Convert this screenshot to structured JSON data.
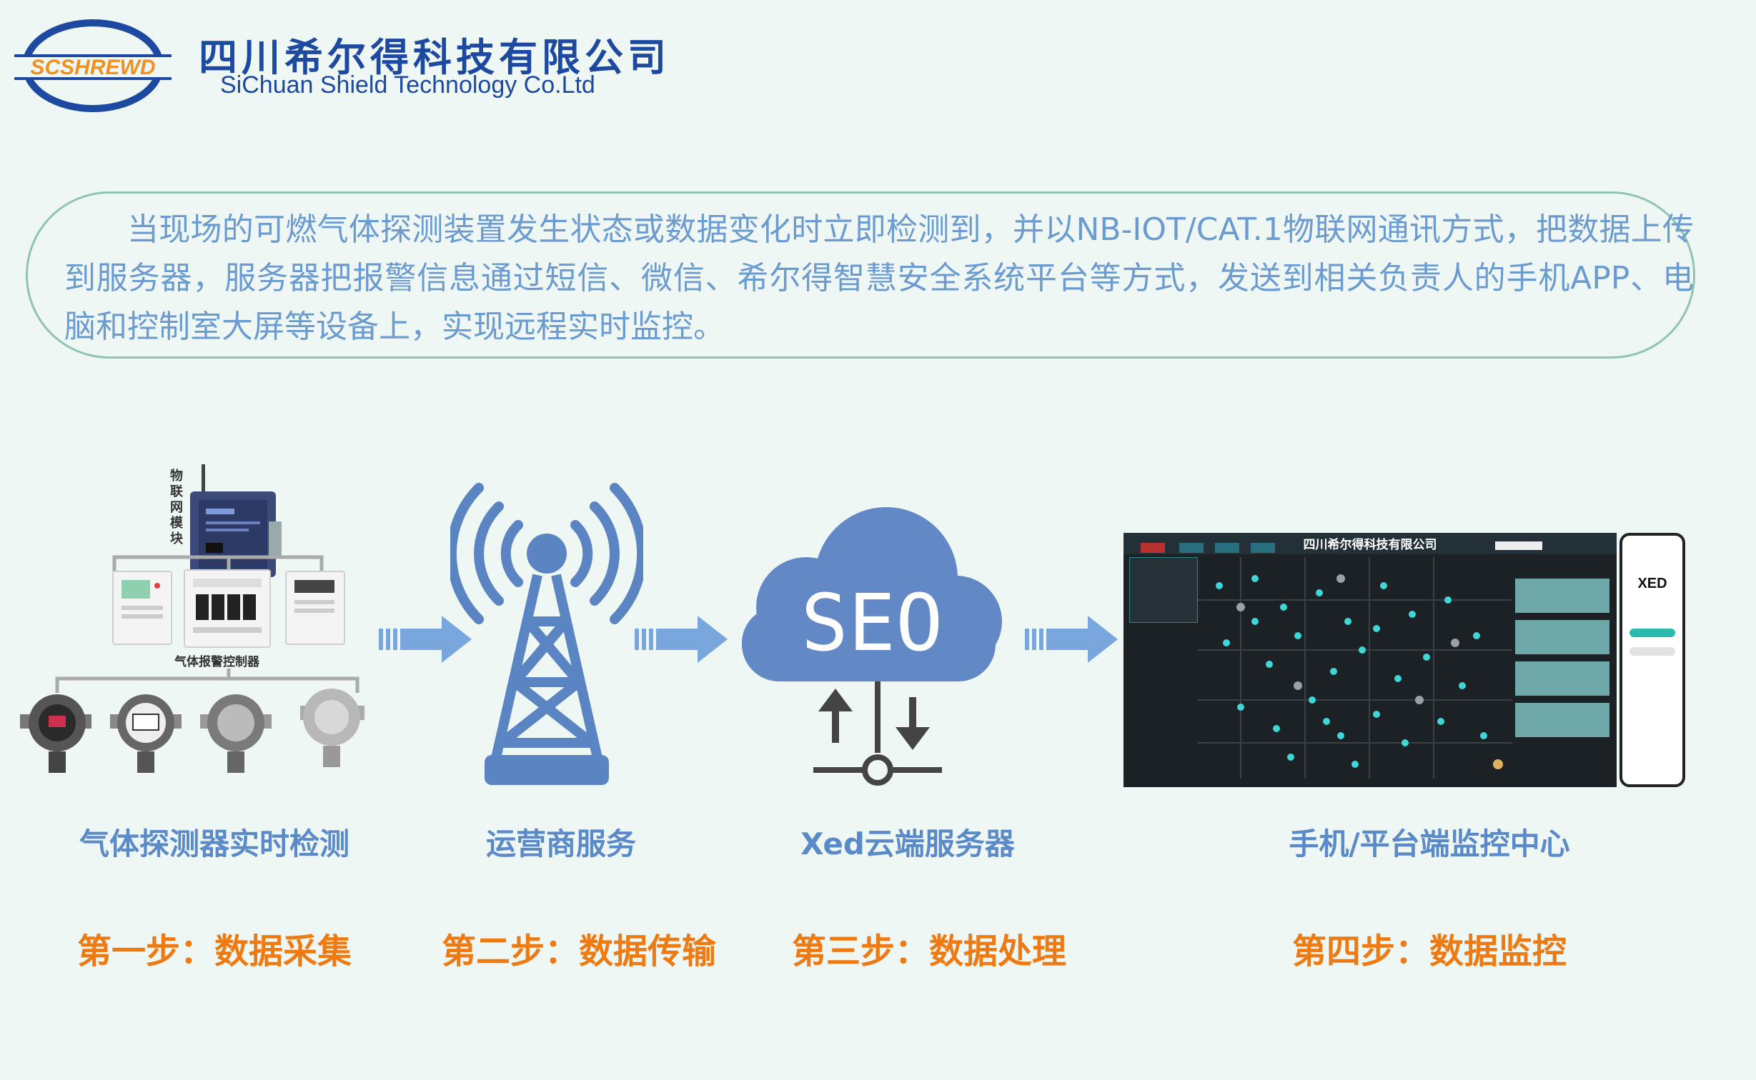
{
  "header": {
    "logo_text": "SCSHREWD",
    "company_cn": "四川希尔得科技有限公司",
    "company_en": "SiChuan Shield Technology Co.Ltd"
  },
  "description": "当现场的可燃气体探测装置发生状态或数据变化时立即检测到，并以NB-IOT/CAT.1物联网通讯方式，把数据上传到服务器，服务器把报警信息通过短信、微信、希尔得智慧安全系统平台等方式，发送到相关负责人的手机APP、电脑和控制室大屏等设备上，实现远程实时监控。",
  "stage1": {
    "iot_module_label": "物联网模块",
    "controller_label": "气体报警控制器",
    "label": "气体探测器实时检测",
    "step": "第一步：数据采集"
  },
  "stage2": {
    "label": "运营商服务",
    "step": "第二步：数据传输"
  },
  "stage3": {
    "cloud_text": "SEO",
    "label": "Xed云端服务器",
    "step": "第三步：数据处理"
  },
  "stage4": {
    "dashboard_title": "四川希尔得科技有限公司",
    "phone_brand": "XED",
    "label": "手机/平台端监控中心",
    "step": "第四步：数据监控"
  },
  "colors": {
    "title_blue": "#1d4aa0",
    "text_blue": "#6c9bd0",
    "label_blue": "#5b8ac8",
    "step_orange": "#ee7a14",
    "icon_blue": "#5b84c2",
    "arrow_blue": "#7aa6de",
    "box_border": "#8fc4b0",
    "logo_orange": "#f09020"
  }
}
